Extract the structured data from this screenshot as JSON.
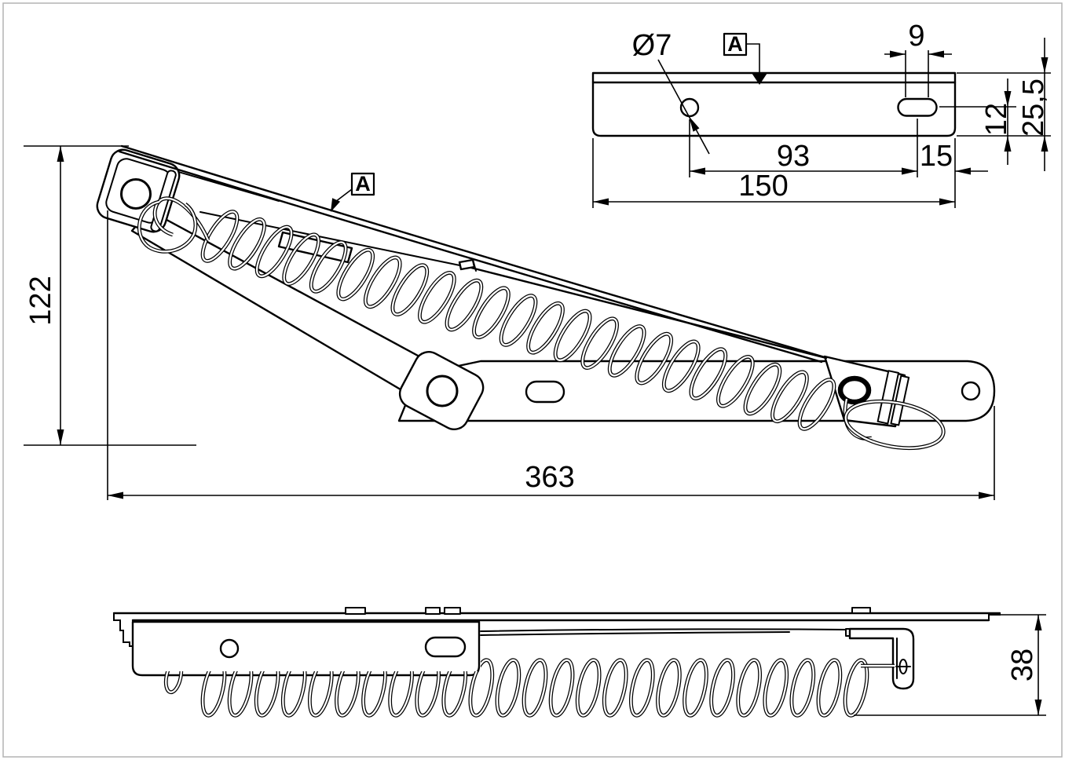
{
  "colors": {
    "background": "#ffffff",
    "line": "#000000",
    "frame": "#b3b3b3"
  },
  "drawing": {
    "datum": {
      "label": "A"
    },
    "top_view": {
      "dims": {
        "hole_diameter": "Ø7",
        "slot_length": "9",
        "plate_height": "25,5",
        "slot_center_offset": "12",
        "hole_to_slot": "93",
        "slot_to_edge": "15",
        "plate_length": "150"
      }
    },
    "side_view": {
      "dims": {
        "open_height": "122",
        "overall_length": "363"
      }
    },
    "folded_view": {
      "dims": {
        "folded_height": "38"
      }
    }
  }
}
